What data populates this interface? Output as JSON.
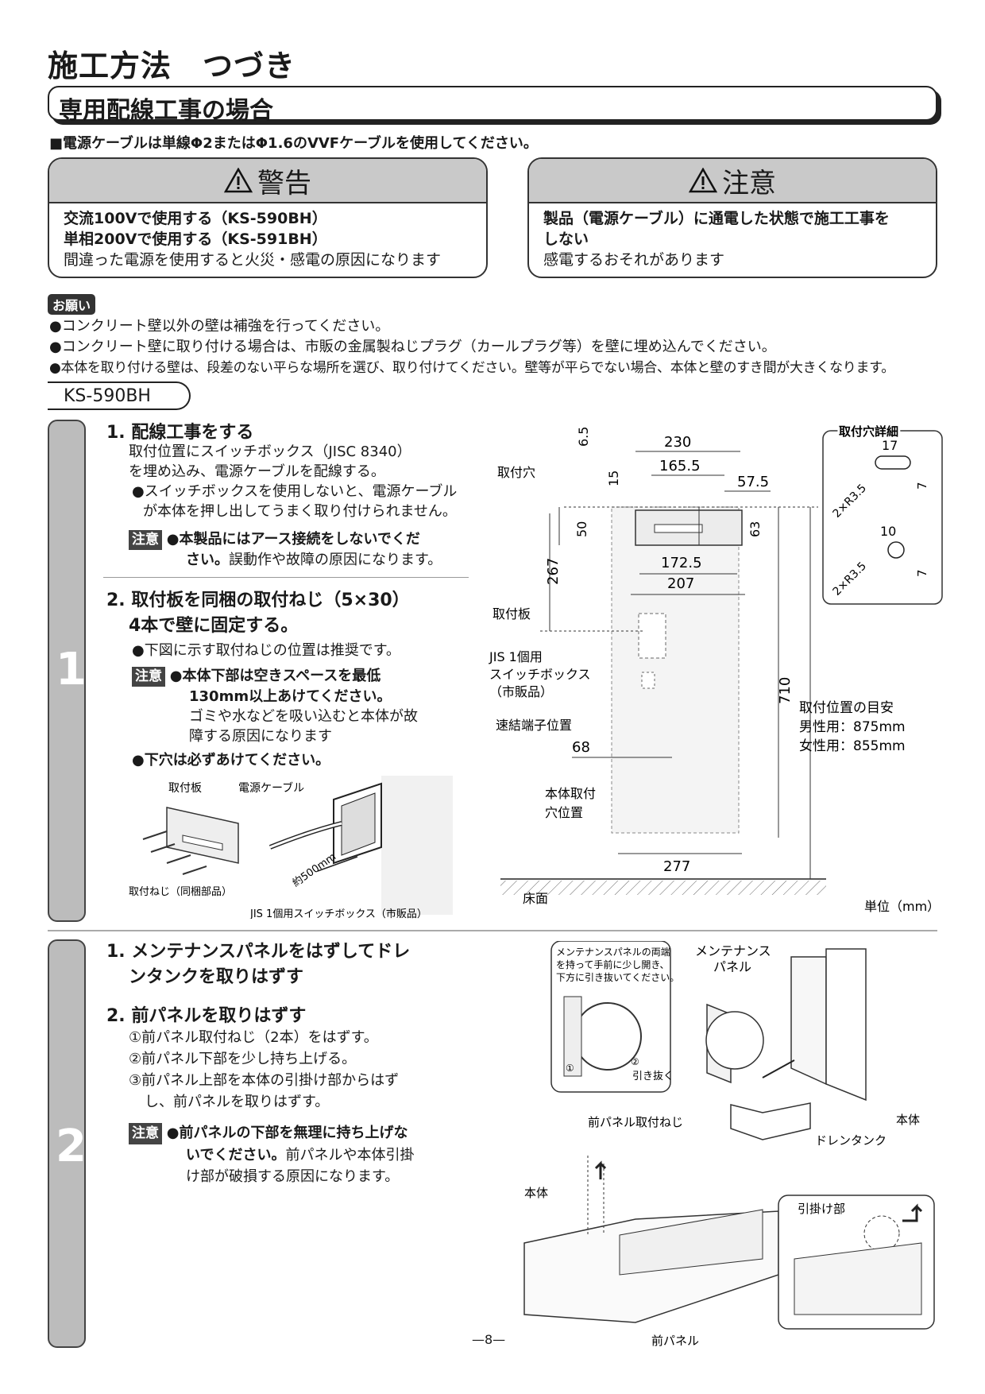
{
  "page_title": "施工方法　つづき",
  "section_title": "専用配線工事の場合",
  "cable_note": "■電源ケーブルは単線Φ2またはΦ1.6のVVFケーブルを使用してください。",
  "warning": {
    "title": "警告",
    "line1": "交流100Vで使用する（KS-590BH）",
    "line2": "単相200Vで使用する（KS-591BH）",
    "line3": "間違った電源を使用すると火災・感電の原因になります"
  },
  "caution": {
    "title": "注意",
    "line1": "製品（電源ケーブル）に通電した状態で施工工事を",
    "line2": "しない",
    "line3": "感電するおそれがあります"
  },
  "request_tag": "お願い",
  "requests": [
    "●コンクリート壁以外の壁は補強を行ってください。",
    "●コンクリート壁に取り付ける場合は、市販の金属製ねじプラグ（カールプラグ等）を壁に埋め込んでください。",
    "●本体を取り付ける壁は、段差のない平らな場所を選び、取り付けてください。壁等が平らでない場合、本体と壁のすき間が大きくなります。"
  ],
  "model": "KS-590BH",
  "step1": {
    "number": "1",
    "a_title": "1. 配線工事をする",
    "a_l1": "取付位置にスイッチボックス（JISC 8340）",
    "a_l2": "を埋め込み、電源ケーブルを配線する。",
    "a_b1": "●スイッチボックスを使用しないと、電源ケーブル",
    "a_b2": "が本体を押し出してうまく取り付けられません。",
    "caution_tag": "注意",
    "a_c1": "●本製品にはアース接続をしないでくだ",
    "a_c2b": "さい。",
    "a_c2": "誤動作や故障の原因になります。",
    "b_title1": "2. 取付板を同梱の取付ねじ（5×30）",
    "b_title2": "4本で壁に固定する。",
    "b_b1": "●下図に示す取付ねじの位置は推奨です。",
    "b_c1": "●本体下部は空きスペースを最低",
    "b_c2": "130mm以上あけてください。",
    "b_c3": "ゴミや水などを吸い込むと本体が故",
    "b_c4": "障する原因になります",
    "b_b2": "●下穴は必ずあけてください。",
    "ill_plate": "取付板",
    "ill_cable": "電源ケーブル",
    "ill_screw": "取付ねじ（同梱部品）",
    "ill_len": "約500mm",
    "ill_box": "JIS 1個用スイッチボックス（市販品）"
  },
  "diagram1": {
    "d230": "230",
    "d165": "165.5",
    "d57": "57.5",
    "d65": "6.5",
    "d15": "15",
    "d50": "50",
    "d63": "63",
    "d172": "172.5",
    "d207": "207",
    "d267": "267",
    "d710": "710",
    "d68": "68",
    "d277": "277",
    "hole": "取付穴",
    "plate": "取付板",
    "box1": "JIS 1個用",
    "box2": "スイッチボックス",
    "box3": "（市販品）",
    "terminal": "速結端子位置",
    "body1": "本体取付",
    "body2": "穴位置",
    "floor": "床面",
    "unit": "単位（mm）",
    "guide": "取付位置の目安",
    "male": "男性用：875mm",
    "female": "女性用：855mm",
    "detail": "取付穴詳細",
    "d17": "17",
    "d10": "10",
    "r1": "2×R3.5",
    "r2": "2×R3.5",
    "d7a": "7",
    "d7b": "7"
  },
  "step2": {
    "number": "2",
    "t1a": "1. メンテナンスパネルをはずしてドレ",
    "t1b": "ンタンクを取りはずす",
    "t2": "2. 前パネルを取りはずす",
    "s1": "①前パネル取付ねじ（2本）をはずす。",
    "s2": "②前パネル下部を少し持ち上げる。",
    "s3a": "③前パネル上部を本体の引掛け部からはず",
    "s3b": "し、前パネルを取りはずす。",
    "caution_tag": "注意",
    "c1": "●前パネルの下部を無理に持ち上げな",
    "c2b": "いでください。",
    "c2": "前パネルや本体引掛",
    "c3": "け部が破損する原因になります。"
  },
  "diagram2": {
    "bubble1": "メンテナンスパネルの両端",
    "bubble2": "を持って手前に少し開き、",
    "bubble3": "下方に引き抜いてください。",
    "panel1": "メンテナンス",
    "panel2": "パネル",
    "pull": "引き抜く",
    "c1": "①",
    "c2": "②",
    "body": "本体",
    "screw": "前パネル取付ねじ",
    "drain": "ドレンタンク",
    "body2": "本体",
    "hook": "引掛け部",
    "front": "前パネル"
  },
  "page_number": "—8—"
}
